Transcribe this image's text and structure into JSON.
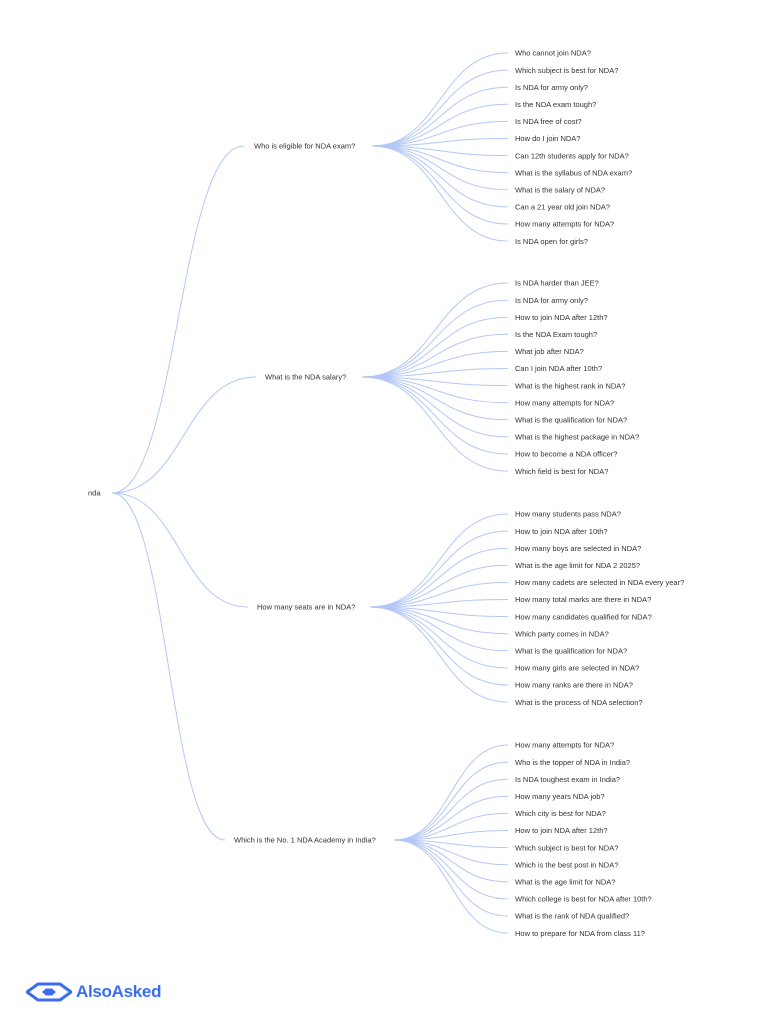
{
  "tree": {
    "root": "nda",
    "branches": [
      {
        "label": "Who is eligible for NDA exam?",
        "children": [
          "Who cannot join NDA?",
          "Which subject is best for NDA?",
          "Is NDA for army only?",
          "Is the NDA exam tough?",
          "Is NDA free of cost?",
          "How do I join NDA?",
          "Can 12th students apply for NDA?",
          "What is the syllabus of NDA exam?",
          "What is the salary of NDA?",
          "Can a 21 year old join NDA?",
          "How many attempts for NDA?",
          "Is NDA open for girls?"
        ]
      },
      {
        "label": "What is the NDA salary?",
        "children": [
          "Is NDA harder than JEE?",
          "Is NDA for army only?",
          "How to join NDA after 12th?",
          "Is the NDA Exam tough?",
          "What job after NDA?",
          "Can I join NDA after 10th?",
          "What is the highest rank in NDA?",
          "How many attempts for NDA?",
          "What is the qualification for NDA?",
          "What is the highest package in NDA?",
          "How to become a NDA officer?",
          "Which field is best for NDA?"
        ]
      },
      {
        "label": "How many seats are in NDA?",
        "children": [
          "How many students pass NDA?",
          "How to join NDA after 10th?",
          "How many boys are selected in NDA?",
          "What is the age limit for NDA 2 2025?",
          "How many cadets are selected in NDA every year?",
          "How many total marks are there in NDA?",
          "How many candidates qualified for NDA?",
          "Which party comes in NDA?",
          "What is the qualification for NDA?",
          "How many girls are selected in NDA?",
          "How many ranks are there in NDA?",
          "What is the process of NDA selection?"
        ]
      },
      {
        "label": "Which is the No. 1 NDA Academy in India?",
        "children": [
          "How many attempts for NDA?",
          "Who is the topper of NDA in India?",
          "Is NDA toughest exam in India?",
          "How many years NDA job?",
          "Which city is best for NDA?",
          "How to join NDA after 12th?",
          "Which subject is best for NDA?",
          "Which is the best post in NDA?",
          "What is the age limit for NDA?",
          "Which college is best for NDA after 10th?",
          "What is the rank of NDA qualified?",
          "How to prepare for NDA from class 11?"
        ]
      }
    ]
  },
  "brand": {
    "name": "AlsoAsked",
    "logo_icon": "alsoasked-logo-icon",
    "color": "#3b6df0"
  },
  "colors": {
    "link": "#b3c7f7",
    "text": "#333333"
  }
}
